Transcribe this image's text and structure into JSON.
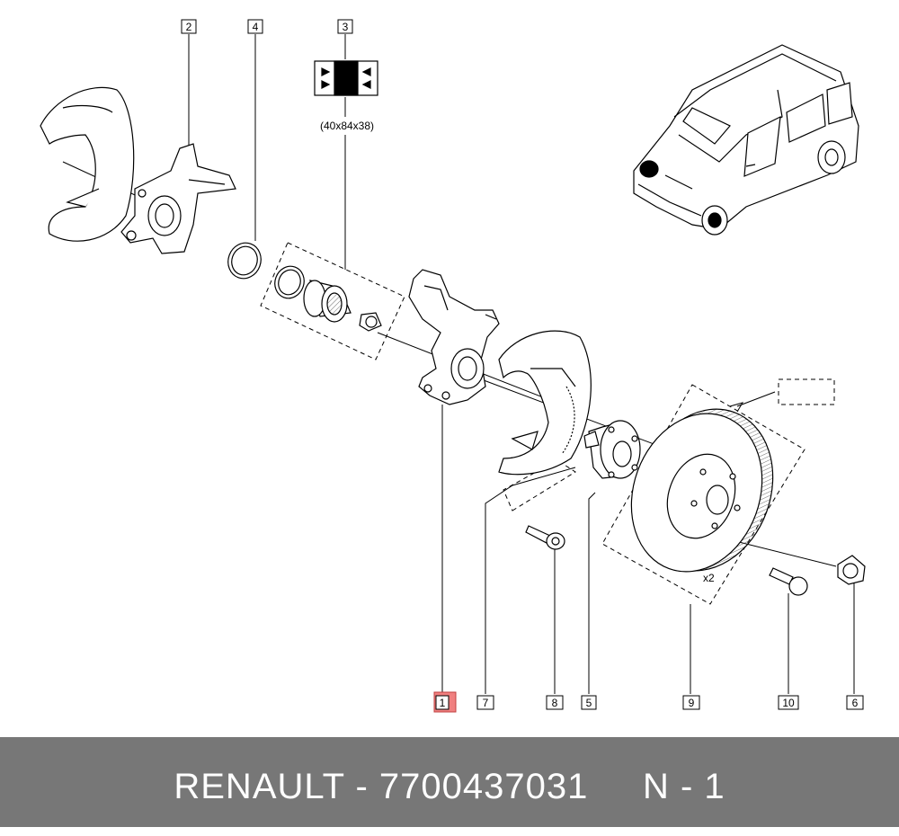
{
  "callouts": [
    {
      "id": "1",
      "highlighted": true
    },
    {
      "id": "2"
    },
    {
      "id": "3"
    },
    {
      "id": "4"
    },
    {
      "id": "5"
    },
    {
      "id": "6"
    },
    {
      "id": "7"
    },
    {
      "id": "8"
    },
    {
      "id": "9"
    },
    {
      "id": "10"
    }
  ],
  "bearing_size": "(40x84x38)",
  "quantity_label": "x2",
  "footer": {
    "brand": "RENAULT",
    "part_number": "7700437031",
    "page_ref": "N - 1",
    "full_text": "RENAULT - 7700437031     N - 1"
  },
  "colors": {
    "highlight": "#f08080",
    "footer_bg": "#777777",
    "footer_text": "#ffffff"
  }
}
